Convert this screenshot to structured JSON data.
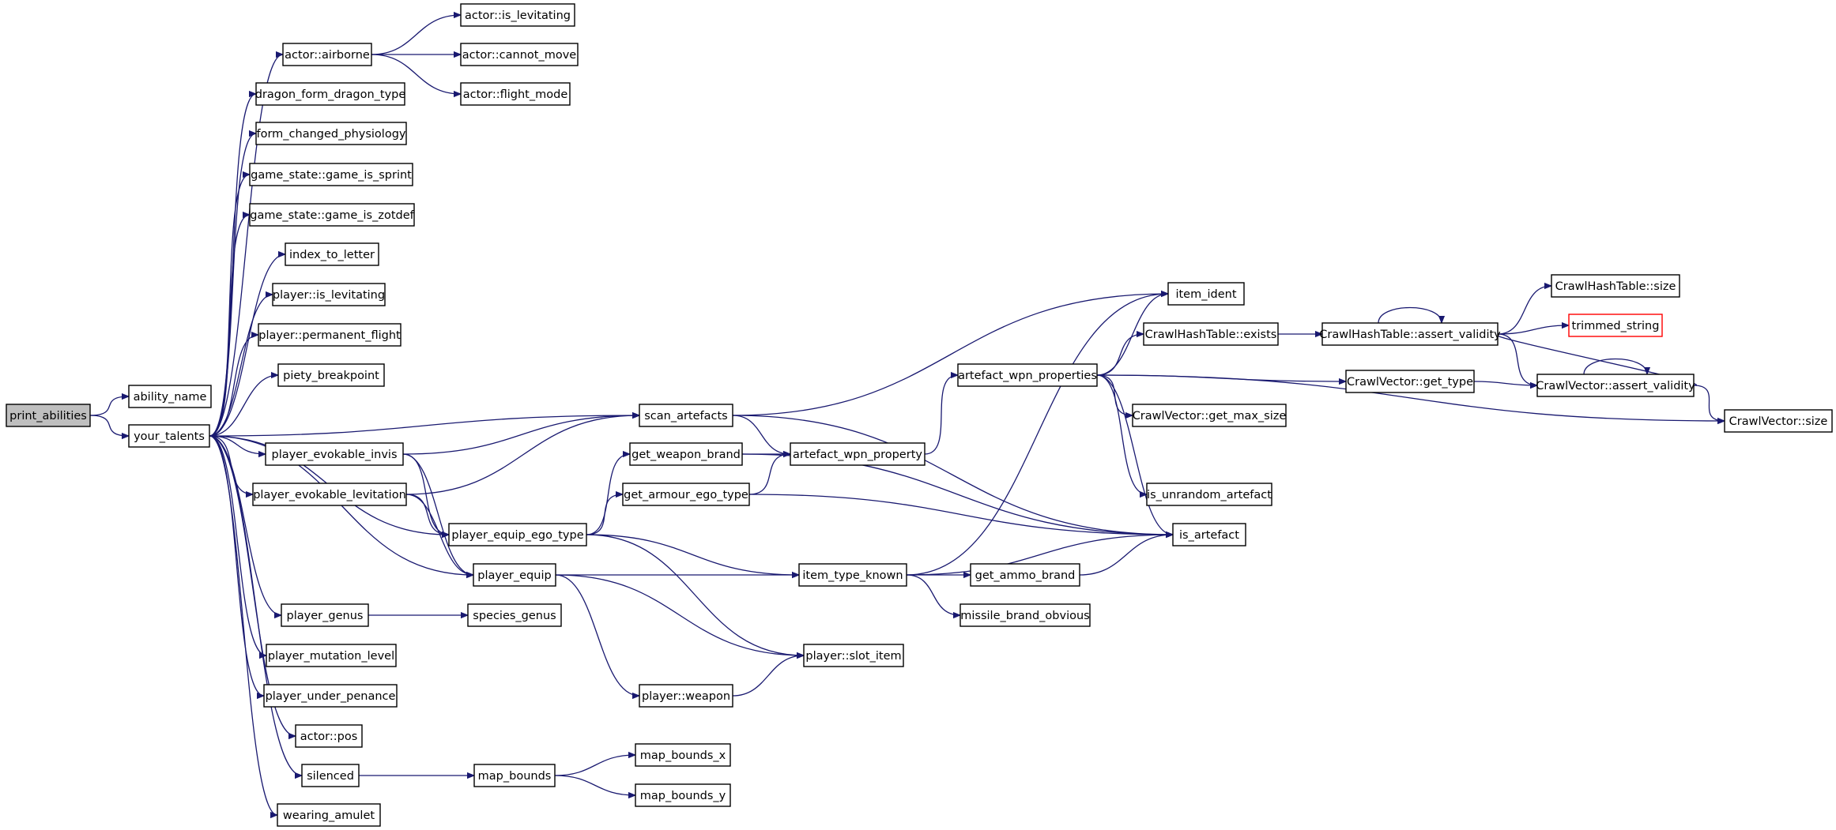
{
  "diagram": {
    "title": "",
    "edge_color": "#191970",
    "root_fill": "#bfbfbf",
    "highlight_color": "#ff0000",
    "nodes": [
      {
        "id": "print_abilities",
        "label": "print_abilities",
        "root": true
      },
      {
        "id": "ability_name",
        "label": "ability_name"
      },
      {
        "id": "your_talents",
        "label": "your_talents"
      },
      {
        "id": "actor_airborne",
        "label": "actor::airborne"
      },
      {
        "id": "actor_is_levitating",
        "label": "actor::is_levitating"
      },
      {
        "id": "actor_cannot_move",
        "label": "actor::cannot_move"
      },
      {
        "id": "actor_flight_mode",
        "label": "actor::flight_mode"
      },
      {
        "id": "dragon_form_dragon_type",
        "label": "dragon_form_dragon_type"
      },
      {
        "id": "form_changed_physiology",
        "label": "form_changed_physiology"
      },
      {
        "id": "game_is_sprint",
        "label": "game_state::game_is_sprint"
      },
      {
        "id": "game_is_zotdef",
        "label": "game_state::game_is_zotdef"
      },
      {
        "id": "index_to_letter",
        "label": "index_to_letter"
      },
      {
        "id": "player_is_levitating",
        "label": "player::is_levitating"
      },
      {
        "id": "player_permanent_flight",
        "label": "player::permanent_flight"
      },
      {
        "id": "piety_breakpoint",
        "label": "piety_breakpoint"
      },
      {
        "id": "scan_artefacts",
        "label": "scan_artefacts"
      },
      {
        "id": "player_evokable_invis",
        "label": "player_evokable_invis"
      },
      {
        "id": "player_evokable_levitation",
        "label": "player_evokable_levitation"
      },
      {
        "id": "player_equip_ego_type",
        "label": "player_equip_ego_type"
      },
      {
        "id": "player_equip",
        "label": "player_equip"
      },
      {
        "id": "player_genus",
        "label": "player_genus"
      },
      {
        "id": "species_genus",
        "label": "species_genus"
      },
      {
        "id": "player_mutation_level",
        "label": "player_mutation_level"
      },
      {
        "id": "player_under_penance",
        "label": "player_under_penance"
      },
      {
        "id": "actor_pos",
        "label": "actor::pos"
      },
      {
        "id": "silenced",
        "label": "silenced"
      },
      {
        "id": "map_bounds",
        "label": "map_bounds"
      },
      {
        "id": "map_bounds_x",
        "label": "map_bounds_x"
      },
      {
        "id": "map_bounds_y",
        "label": "map_bounds_y"
      },
      {
        "id": "wearing_amulet",
        "label": "wearing_amulet"
      },
      {
        "id": "get_weapon_brand",
        "label": "get_weapon_brand"
      },
      {
        "id": "get_armour_ego_type",
        "label": "get_armour_ego_type"
      },
      {
        "id": "artefact_wpn_property",
        "label": "artefact_wpn_property"
      },
      {
        "id": "item_type_known",
        "label": "item_type_known"
      },
      {
        "id": "player_slot_item",
        "label": "player::slot_item"
      },
      {
        "id": "player_weapon",
        "label": "player::weapon"
      },
      {
        "id": "get_ammo_brand",
        "label": "get_ammo_brand"
      },
      {
        "id": "missile_brand_obvious",
        "label": "missile_brand_obvious"
      },
      {
        "id": "artefact_wpn_properties",
        "label": "artefact_wpn_properties"
      },
      {
        "id": "item_ident",
        "label": "item_ident"
      },
      {
        "id": "crawlhashtable_exists",
        "label": "CrawlHashTable::exists"
      },
      {
        "id": "crawlvector_get_max_size",
        "label": "CrawlVector::get_max_size"
      },
      {
        "id": "is_unrandom_artefact",
        "label": "is_unrandom_artefact"
      },
      {
        "id": "is_artefact",
        "label": "is_artefact"
      },
      {
        "id": "crawlhashtable_assert_validity",
        "label": "CrawlHashTable::assert_validity"
      },
      {
        "id": "crawlhashtable_size",
        "label": "CrawlHashTable::size"
      },
      {
        "id": "trimmed_string",
        "label": "trimmed_string",
        "highlight": true
      },
      {
        "id": "crawlvector_get_type",
        "label": "CrawlVector::get_type"
      },
      {
        "id": "crawlvector_assert_validity",
        "label": "CrawlVector::assert_validity"
      },
      {
        "id": "crawlvector_size",
        "label": "CrawlVector::size"
      }
    ],
    "edges": [
      [
        "print_abilities",
        "ability_name"
      ],
      [
        "print_abilities",
        "your_talents"
      ],
      [
        "your_talents",
        "actor_airborne"
      ],
      [
        "your_talents",
        "dragon_form_dragon_type"
      ],
      [
        "your_talents",
        "form_changed_physiology"
      ],
      [
        "your_talents",
        "game_is_sprint"
      ],
      [
        "your_talents",
        "game_is_zotdef"
      ],
      [
        "your_talents",
        "index_to_letter"
      ],
      [
        "your_talents",
        "player_is_levitating"
      ],
      [
        "your_talents",
        "player_permanent_flight"
      ],
      [
        "your_talents",
        "piety_breakpoint"
      ],
      [
        "your_talents",
        "scan_artefacts"
      ],
      [
        "your_talents",
        "player_evokable_invis"
      ],
      [
        "your_talents",
        "player_evokable_levitation"
      ],
      [
        "your_talents",
        "player_equip_ego_type"
      ],
      [
        "your_talents",
        "player_equip"
      ],
      [
        "your_talents",
        "player_genus"
      ],
      [
        "your_talents",
        "player_mutation_level"
      ],
      [
        "your_talents",
        "player_under_penance"
      ],
      [
        "your_talents",
        "actor_pos"
      ],
      [
        "your_talents",
        "silenced"
      ],
      [
        "your_talents",
        "wearing_amulet"
      ],
      [
        "actor_airborne",
        "actor_is_levitating"
      ],
      [
        "actor_airborne",
        "actor_cannot_move"
      ],
      [
        "actor_airborne",
        "actor_flight_mode"
      ],
      [
        "scan_artefacts",
        "item_ident"
      ],
      [
        "scan_artefacts",
        "artefact_wpn_property"
      ],
      [
        "scan_artefacts",
        "is_artefact"
      ],
      [
        "player_evokable_invis",
        "scan_artefacts"
      ],
      [
        "player_evokable_invis",
        "player_equip_ego_type"
      ],
      [
        "player_evokable_invis",
        "player_equip"
      ],
      [
        "player_evokable_levitation",
        "scan_artefacts"
      ],
      [
        "player_evokable_levitation",
        "player_equip_ego_type"
      ],
      [
        "player_evokable_levitation",
        "player_equip"
      ],
      [
        "player_equip_ego_type",
        "get_weapon_brand"
      ],
      [
        "player_equip_ego_type",
        "get_armour_ego_type"
      ],
      [
        "player_equip_ego_type",
        "item_type_known"
      ],
      [
        "player_equip_ego_type",
        "player_slot_item"
      ],
      [
        "player_equip",
        "item_type_known"
      ],
      [
        "player_equip",
        "player_slot_item"
      ],
      [
        "player_equip",
        "player_weapon"
      ],
      [
        "player_genus",
        "species_genus"
      ],
      [
        "silenced",
        "map_bounds"
      ],
      [
        "map_bounds",
        "map_bounds_x"
      ],
      [
        "map_bounds",
        "map_bounds_y"
      ],
      [
        "get_weapon_brand",
        "artefact_wpn_property"
      ],
      [
        "get_weapon_brand",
        "is_artefact"
      ],
      [
        "get_armour_ego_type",
        "artefact_wpn_property"
      ],
      [
        "get_armour_ego_type",
        "is_artefact"
      ],
      [
        "artefact_wpn_property",
        "artefact_wpn_properties"
      ],
      [
        "item_type_known",
        "item_ident"
      ],
      [
        "item_type_known",
        "get_ammo_brand"
      ],
      [
        "item_type_known",
        "missile_brand_obvious"
      ],
      [
        "item_type_known",
        "is_artefact"
      ],
      [
        "player_weapon",
        "player_slot_item"
      ],
      [
        "get_ammo_brand",
        "is_artefact"
      ],
      [
        "artefact_wpn_properties",
        "item_ident"
      ],
      [
        "artefact_wpn_properties",
        "crawlhashtable_exists"
      ],
      [
        "artefact_wpn_properties",
        "crawlvector_get_type"
      ],
      [
        "artefact_wpn_properties",
        "crawlvector_get_max_size"
      ],
      [
        "artefact_wpn_properties",
        "is_unrandom_artefact"
      ],
      [
        "artefact_wpn_properties",
        "is_artefact"
      ],
      [
        "artefact_wpn_properties",
        "crawlvector_size"
      ],
      [
        "crawlhashtable_exists",
        "crawlhashtable_assert_validity"
      ],
      [
        "crawlhashtable_assert_validity",
        "crawlhashtable_assert_validity"
      ],
      [
        "crawlhashtable_assert_validity",
        "crawlhashtable_size"
      ],
      [
        "crawlhashtable_assert_validity",
        "trimmed_string"
      ],
      [
        "crawlhashtable_assert_validity",
        "crawlvector_assert_validity"
      ],
      [
        "crawlvector_get_type",
        "crawlvector_assert_validity"
      ],
      [
        "crawlvector_assert_validity",
        "crawlvector_assert_validity"
      ],
      [
        "crawlvector_assert_validity",
        "crawlhashtable_assert_validity"
      ],
      [
        "crawlvector_assert_validity",
        "crawlvector_size"
      ]
    ]
  }
}
